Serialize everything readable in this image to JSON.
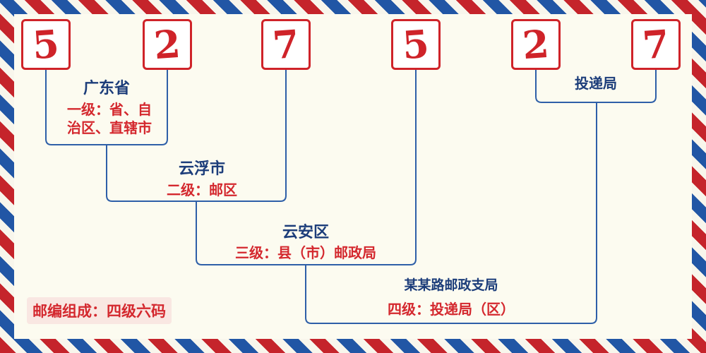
{
  "page": {
    "bg_color": "#fcfbf0",
    "accent_red": "#cf2329",
    "line_blue": "#2e5fa8",
    "name_blue": "#1c3d7a"
  },
  "digits": [
    "5",
    "2",
    "7",
    "5",
    "2",
    "7"
  ],
  "levels": [
    {
      "name": "广东省",
      "desc_lines": [
        "一级：省、自",
        "治区、直辖市"
      ]
    },
    {
      "name": "云浮市",
      "desc_lines": [
        "二级：邮区"
      ]
    },
    {
      "name": "云安区",
      "desc_lines": [
        "三级：县（市）邮政局"
      ]
    },
    {
      "name": "某某路邮政支局",
      "desc_lines": [
        "四级：投递局（区）"
      ]
    },
    {
      "name": "投递局",
      "desc_lines": []
    }
  ],
  "footer": {
    "composition_label": "邮编组成：四级六码"
  }
}
